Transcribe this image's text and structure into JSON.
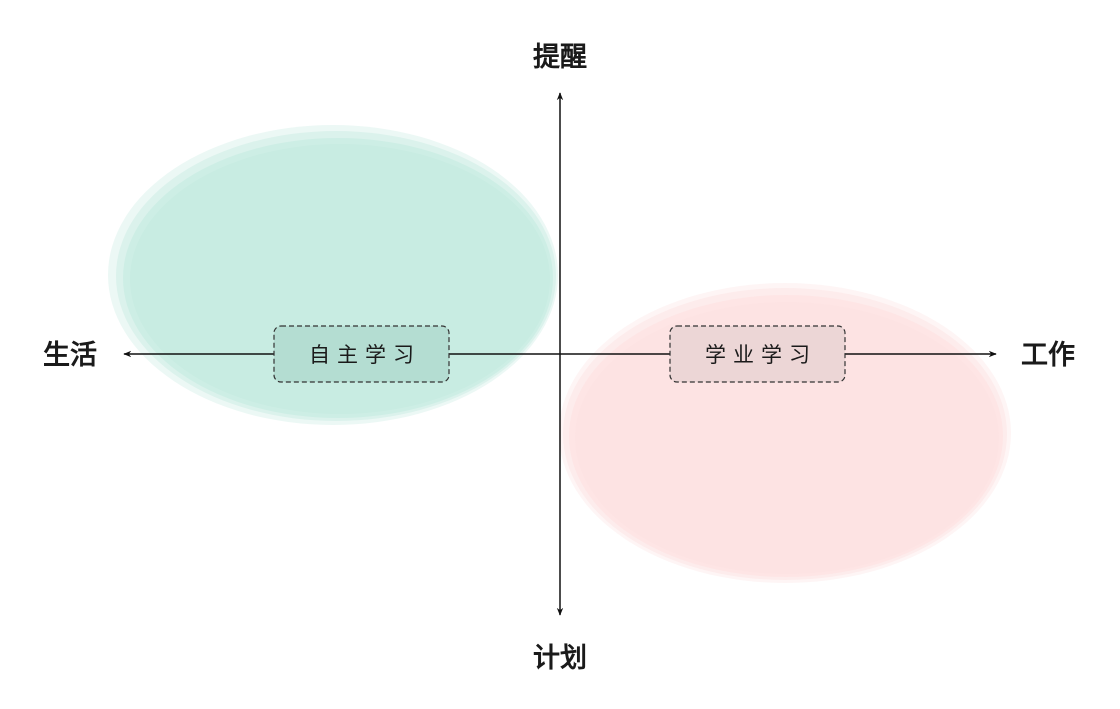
{
  "axes": {
    "top": "提醒",
    "bottom": "计划",
    "left": "生活",
    "right": "工作"
  },
  "regions": {
    "left": {
      "label": "自主学习",
      "fill_color": "#c8ece2",
      "box_color": "#b4ddd2"
    },
    "right": {
      "label": "学业学习",
      "fill_color": "#fde3e3",
      "box_color": "#ecd6d6"
    }
  },
  "colors": {
    "axis": "#111111",
    "text": "#1a1a1a"
  }
}
